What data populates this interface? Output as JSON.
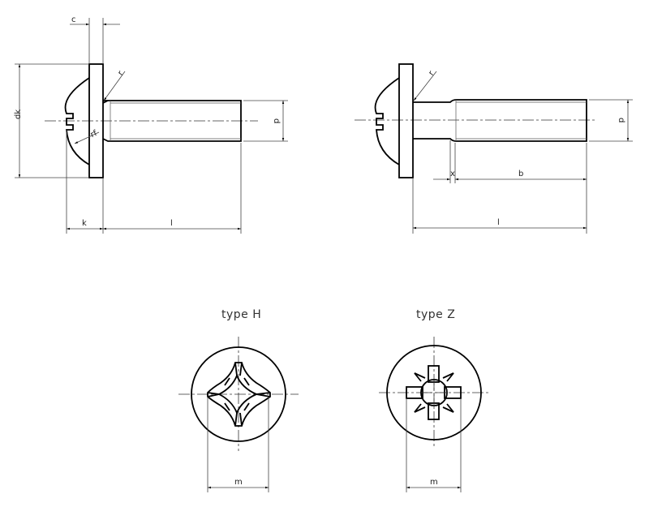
{
  "drawing": {
    "subject": "pan head machine screw with collar",
    "line_color": "#000000",
    "background": "#ffffff"
  },
  "side_view_full_thread": {
    "labels": {
      "c": "c",
      "r": "r",
      "rf": "rf",
      "dk": "dk",
      "d": "d",
      "k": "k",
      "l": "l"
    }
  },
  "side_view_reduced_shank": {
    "labels": {
      "r": "r",
      "d": "d",
      "x": "x",
      "b": "b",
      "l": "l"
    }
  },
  "recess_views": [
    {
      "title": "type H",
      "dimension_label": "m",
      "recess": "cross-recess-phillips"
    },
    {
      "title": "type Z",
      "dimension_label": "m",
      "recess": "cross-recess-pozidriv"
    }
  ]
}
